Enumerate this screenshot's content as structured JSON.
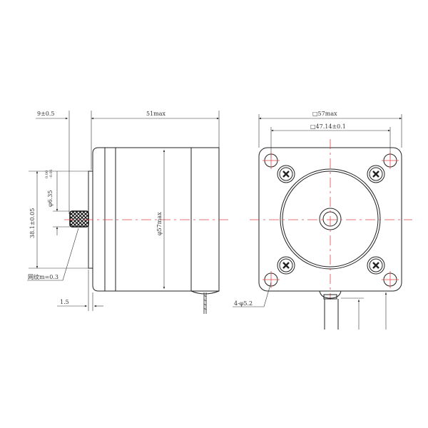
{
  "drawing": {
    "side_view": {
      "shaft_length": "9±0.5",
      "body_length": "51max",
      "pilot_diameter": "38.1±0.05",
      "shaft_diameter": "φ6.35",
      "shaft_tolerance_upper": "0.00",
      "shaft_tolerance_lower": "-0.01",
      "body_diameter": "φ57max",
      "knurl_note": "网纹m=0.3",
      "pilot_height": "1.5"
    },
    "front_view": {
      "frame_size": "□57max",
      "hole_spacing": "□47.14±0.1",
      "mounting_holes": "4-φ5.2"
    },
    "colors": {
      "lines": "#222222",
      "centerlines": "#e0474c"
    }
  }
}
